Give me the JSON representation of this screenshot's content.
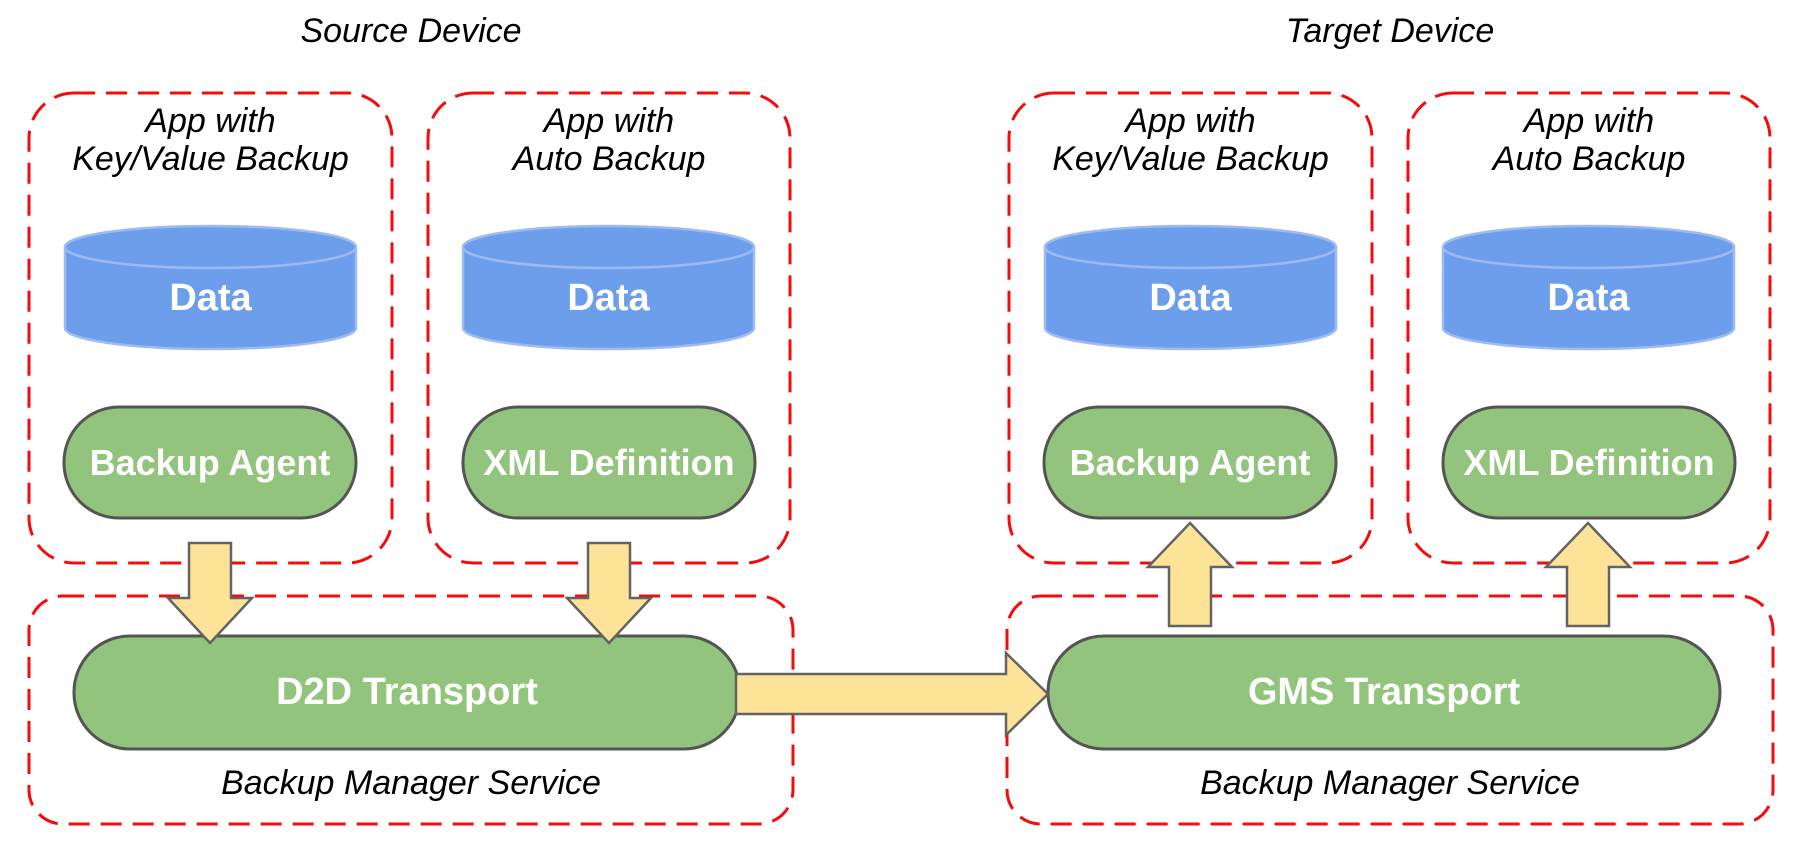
{
  "diagram": {
    "source": {
      "title": "Source Device",
      "apps": [
        {
          "title_line1": "App with",
          "title_line2": "Key/Value Backup",
          "data_store": "Data",
          "component": "Backup Agent"
        },
        {
          "title_line1": "App with",
          "title_line2": "Auto Backup",
          "data_store": "Data",
          "component": "XML Definition"
        }
      ],
      "service": {
        "transport": "D2D Transport",
        "caption": "Backup Manager Service"
      }
    },
    "target": {
      "title": "Target Device",
      "apps": [
        {
          "title_line1": "App with",
          "title_line2": "Key/Value Backup",
          "data_store": "Data",
          "component": "Backup Agent"
        },
        {
          "title_line1": "App with",
          "title_line2": "Auto Backup",
          "data_store": "Data",
          "component": "XML Definition"
        }
      ],
      "service": {
        "transport": "GMS Transport",
        "caption": "Backup Manager Service"
      }
    },
    "arrows": [
      {
        "from": "Backup Agent (source)",
        "to": "D2D Transport",
        "direction": "down"
      },
      {
        "from": "XML Definition (source)",
        "to": "D2D Transport",
        "direction": "down"
      },
      {
        "from": "D2D Transport",
        "to": "GMS Transport",
        "direction": "right"
      },
      {
        "from": "GMS Transport",
        "to": "Backup Agent (target)",
        "direction": "up"
      },
      {
        "from": "GMS Transport",
        "to": "XML Definition (target)",
        "direction": "up"
      }
    ],
    "colors": {
      "dashed_border": "#f40b0b",
      "component_fill": "#93c47d",
      "component_stroke": "#545454",
      "data_fill": "#6d9eeb",
      "data_stroke": "#9dbbf2",
      "arrow_fill": "#fce398",
      "arrow_stroke": "#636363",
      "label_dark": "#000000",
      "label_light": "#ffffff"
    }
  }
}
